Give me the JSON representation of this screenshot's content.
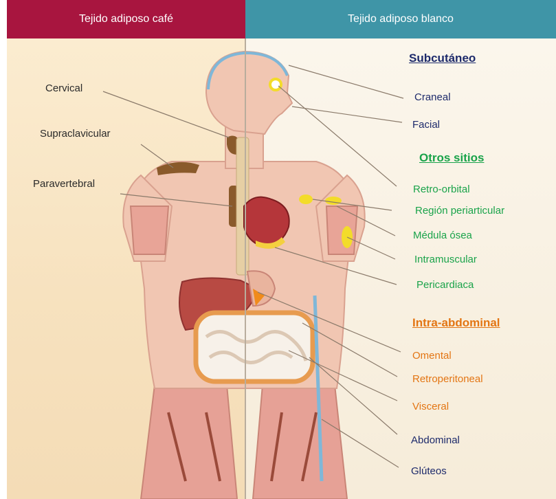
{
  "headers": {
    "brown": "Tejido adiposo café",
    "white": "Tejido adiposo blanco"
  },
  "brown_labels": [
    "Cervical",
    "Supraclavicular",
    "Paravertebral"
  ],
  "sections": {
    "subcutaneo": {
      "title": "Subcutáneo",
      "items": [
        "Craneal",
        "Facial"
      ]
    },
    "otros": {
      "title": "Otros sitios",
      "items": [
        "Retro-orbital",
        "Región periarticular",
        "Médula ósea",
        "Intramuscular",
        "Pericardiaca"
      ]
    },
    "intra": {
      "title": "Intra-abdominal",
      "items": [
        "Omental",
        "Retroperitoneal",
        "Visceral"
      ]
    },
    "subcutaneo_lower": {
      "items": [
        "Abdominal",
        "Glúteos"
      ]
    }
  },
  "colors": {
    "brown_header": "#a8153f",
    "white_header": "#3f95a7",
    "navy_text": "#1d2a6b",
    "green_text": "#1aa34a",
    "orange_text": "#e37513"
  }
}
